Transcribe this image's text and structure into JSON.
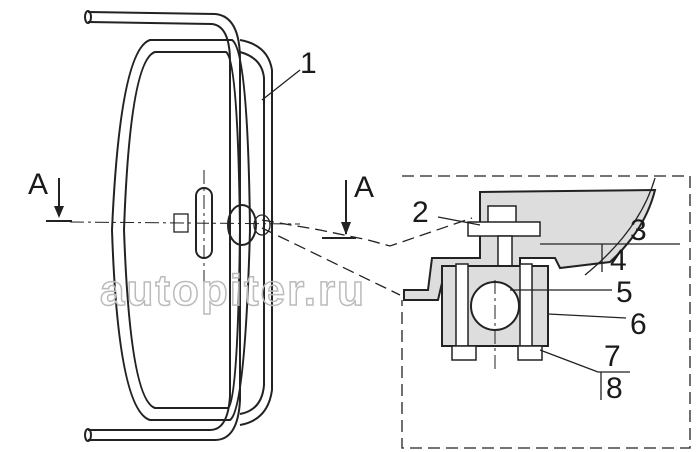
{
  "diagram": {
    "section_label_left": "A",
    "section_label_right": "A",
    "callouts": [
      "1",
      "2",
      "3",
      "4",
      "5",
      "6",
      "7",
      "8"
    ],
    "watermark": "autopiter.ru"
  }
}
